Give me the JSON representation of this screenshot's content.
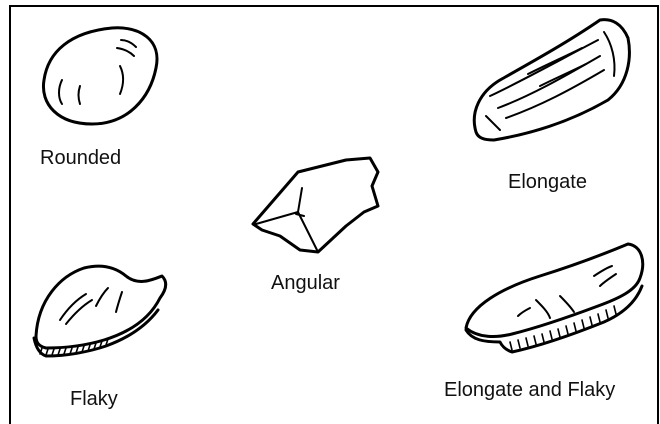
{
  "shapes": {
    "rounded": "Rounded",
    "angular": "Angular",
    "elongate": "Elongate",
    "flaky": "Flaky",
    "elongate_flaky": "Elongate and Flaky"
  },
  "colors": {
    "ink": "#000000",
    "background": "#ffffff"
  }
}
